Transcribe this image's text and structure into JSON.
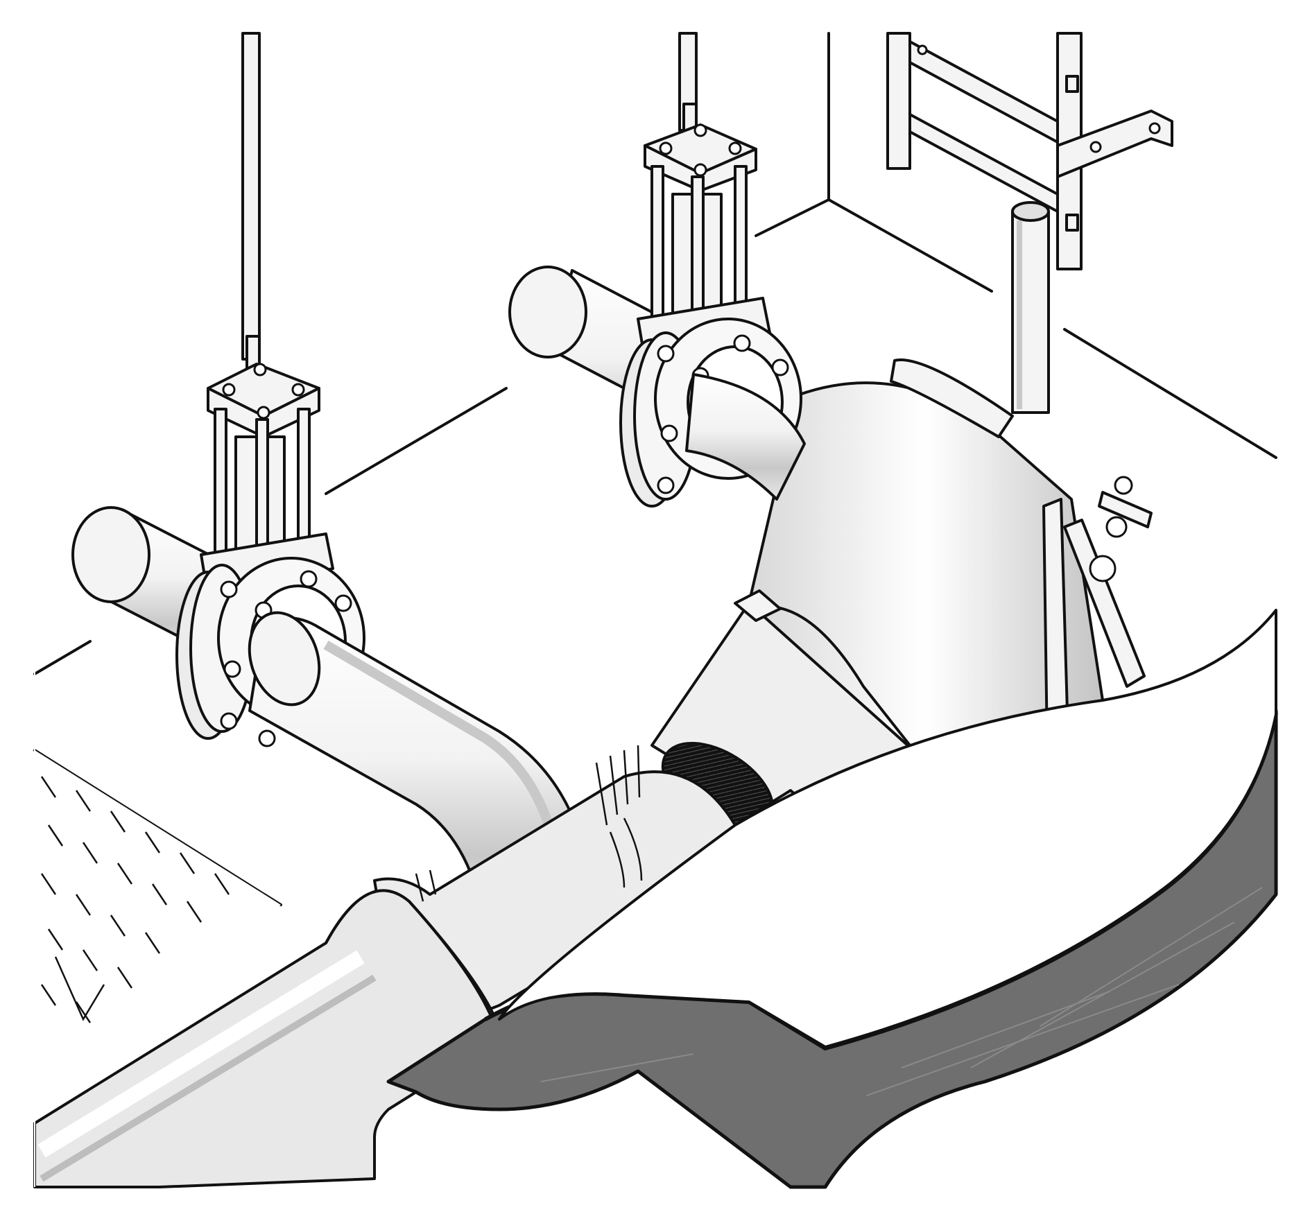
{
  "figure": {
    "components": [
      "wet-well-wall",
      "ladder",
      "vent-pipe",
      "knife-gate-valve-left",
      "knife-gate-valve-right",
      "valve-stem-left",
      "valve-stem-right",
      "horizontal-pipe-left",
      "horizontal-pipe-right",
      "drop-pipe-elbow",
      "inflow-channel",
      "tapered-inlet-funnel",
      "channel-floor-section",
      "water-surface-hatching"
    ],
    "colors": {
      "line": "#111111",
      "pipe_highlight": "#ffffff",
      "pipe_shade": "#c8c8c8",
      "section_fill": "#6f6f6f",
      "opening_fill": "#111111"
    }
  }
}
